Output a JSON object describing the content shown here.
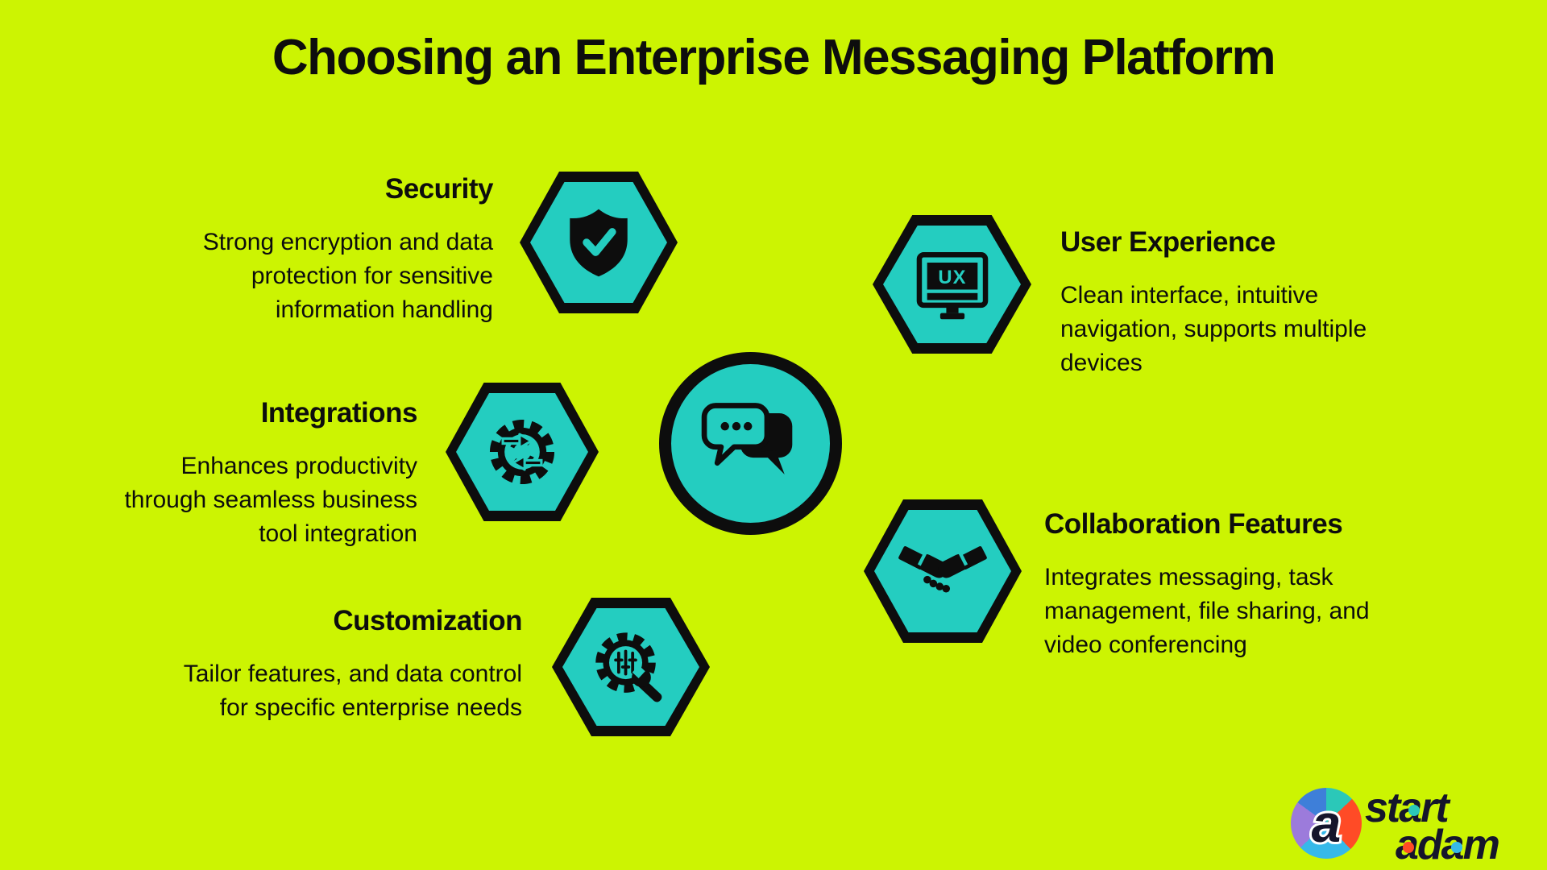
{
  "title": "Choosing an Enterprise Messaging Platform",
  "colors": {
    "background": "#CCF402",
    "teal": "#24CDC0",
    "ink": "#0D0D0D",
    "logo_navy": "#15152B",
    "logo_blue": "#3E7FD9",
    "logo_red": "#FF4B26",
    "logo_purple": "#9C7BDB",
    "logo_cyan": "#36B9E9",
    "logo_teal": "#2BC8B8"
  },
  "sections": [
    {
      "id": "security",
      "title": "Security",
      "lines": [
        "Strong encryption and data",
        "protection for sensitive",
        "information handling"
      ],
      "icon": "shield-check-icon"
    },
    {
      "id": "user-experience",
      "title": "User Experience",
      "lines": [
        "Clean interface, intuitive",
        "navigation, supports multiple",
        "devices"
      ],
      "icon": "ux-monitor-icon",
      "icon_text": "UX"
    },
    {
      "id": "integrations",
      "title": "Integrations",
      "lines": [
        "Enhances productivity",
        "through seamless business",
        "tool integration"
      ],
      "icon": "sync-gear-icon"
    },
    {
      "id": "collaboration",
      "title": "Collaboration Features",
      "lines": [
        "Integrates messaging, task",
        "management, file sharing, and",
        "video conferencing"
      ],
      "icon": "handshake-icon"
    },
    {
      "id": "customization",
      "title": "Customization",
      "lines": [
        "Tailor features, and data control",
        "for specific enterprise needs"
      ],
      "icon": "settings-wrench-icon"
    }
  ],
  "center": {
    "icon": "chat-bubbles-icon"
  },
  "logo": {
    "letter": "a",
    "word_top": "start",
    "word_bottom": "adam"
  }
}
